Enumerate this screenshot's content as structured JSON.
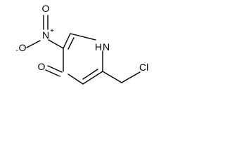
{
  "molecule": {
    "atoms": {
      "nh": "H",
      "nh_n": "N",
      "nitro_n": "N",
      "nitro_charge_plus": "+",
      "nitro_o_top": "O",
      "nitro_o_left": "O",
      "nitro_charge_minus": "-",
      "carbonyl_o": "O",
      "cl": "Cl"
    }
  }
}
